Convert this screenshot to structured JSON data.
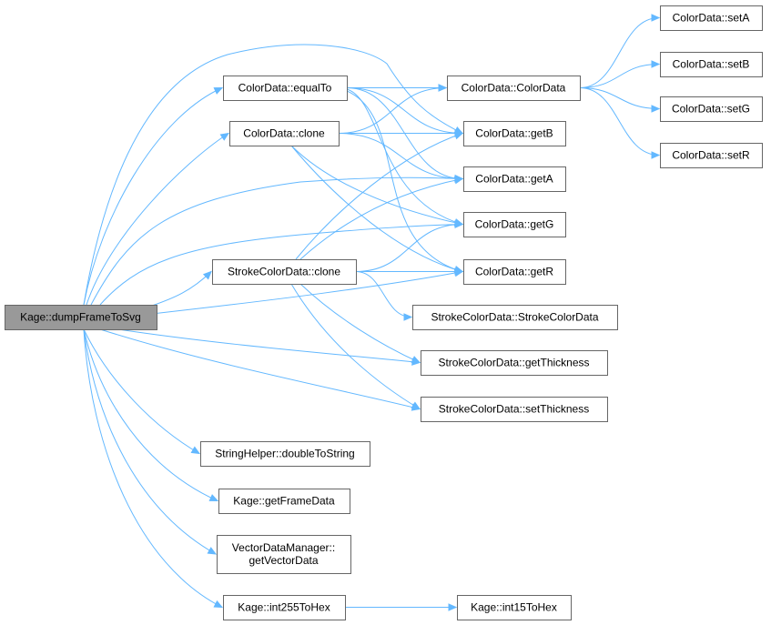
{
  "graph": {
    "colors": {
      "root_fill": "#999999",
      "node_fill": "#ffffff",
      "node_border": "#666666",
      "edge": "#63b8ff"
    },
    "nodes": {
      "dumpFrameToSvg": [
        "Kage::dumpFrameToSvg"
      ],
      "equalTo": [
        "ColorData::equalTo"
      ],
      "clone": [
        "ColorData::clone"
      ],
      "strokeClone": [
        "StrokeColorData::clone"
      ],
      "doubleToString": [
        "StringHelper::doubleToString"
      ],
      "getFrameData": [
        "Kage::getFrameData"
      ],
      "getVectorData": [
        "VectorDataManager::",
        "getVectorData"
      ],
      "int255ToHex": [
        "Kage::int255ToHex"
      ],
      "int15ToHex": [
        "Kage::int15ToHex"
      ],
      "colorData": [
        "ColorData::ColorData"
      ],
      "getB": [
        "ColorData::getB"
      ],
      "getA": [
        "ColorData::getA"
      ],
      "getG": [
        "ColorData::getG"
      ],
      "getR": [
        "ColorData::getR"
      ],
      "strokeColorData": [
        "StrokeColorData::StrokeColorData"
      ],
      "getThickness": [
        "StrokeColorData::getThickness"
      ],
      "setThickness": [
        "StrokeColorData::setThickness"
      ],
      "setA": [
        "ColorData::setA"
      ],
      "setB": [
        "ColorData::setB"
      ],
      "setG": [
        "ColorData::setG"
      ],
      "setR": [
        "ColorData::setR"
      ]
    },
    "edges": [
      [
        "dumpFrameToSvg",
        "equalTo"
      ],
      [
        "dumpFrameToSvg",
        "clone"
      ],
      [
        "dumpFrameToSvg",
        "strokeClone"
      ],
      [
        "dumpFrameToSvg",
        "getB"
      ],
      [
        "dumpFrameToSvg",
        "getA"
      ],
      [
        "dumpFrameToSvg",
        "getG"
      ],
      [
        "dumpFrameToSvg",
        "getR"
      ],
      [
        "dumpFrameToSvg",
        "getThickness"
      ],
      [
        "dumpFrameToSvg",
        "setThickness"
      ],
      [
        "dumpFrameToSvg",
        "doubleToString"
      ],
      [
        "dumpFrameToSvg",
        "getFrameData"
      ],
      [
        "dumpFrameToSvg",
        "getVectorData"
      ],
      [
        "dumpFrameToSvg",
        "int255ToHex"
      ],
      [
        "equalTo",
        "colorData"
      ],
      [
        "equalTo",
        "getB"
      ],
      [
        "equalTo",
        "getA"
      ],
      [
        "equalTo",
        "getG"
      ],
      [
        "equalTo",
        "getR"
      ],
      [
        "clone",
        "colorData"
      ],
      [
        "clone",
        "getB"
      ],
      [
        "clone",
        "getA"
      ],
      [
        "clone",
        "getG"
      ],
      [
        "clone",
        "getR"
      ],
      [
        "strokeClone",
        "getB"
      ],
      [
        "strokeClone",
        "getA"
      ],
      [
        "strokeClone",
        "getG"
      ],
      [
        "strokeClone",
        "getR"
      ],
      [
        "strokeClone",
        "strokeColorData"
      ],
      [
        "strokeClone",
        "getThickness"
      ],
      [
        "strokeClone",
        "setThickness"
      ],
      [
        "colorData",
        "setA"
      ],
      [
        "colorData",
        "setB"
      ],
      [
        "colorData",
        "setG"
      ],
      [
        "colorData",
        "setR"
      ],
      [
        "int255ToHex",
        "int15ToHex"
      ]
    ]
  }
}
